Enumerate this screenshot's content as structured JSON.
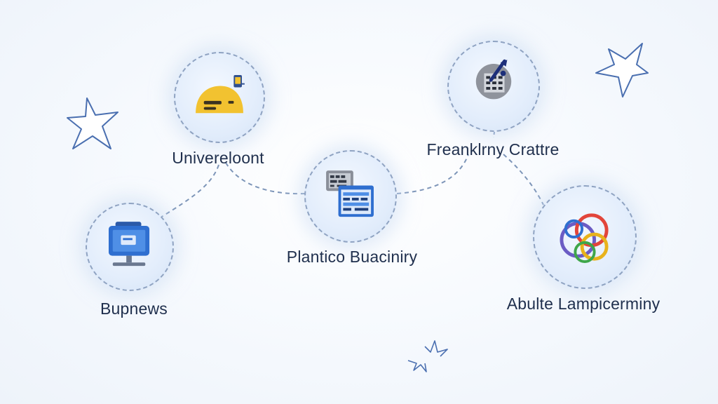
{
  "colors": {
    "connector": "#7d95b8",
    "node_border": "#8fa3c2",
    "label": "#1f2f4d",
    "star_stroke": "#4a6fb0"
  },
  "nodes": [
    {
      "id": "universe",
      "label": "Univereloont",
      "icon": "yellow-helmet-icon"
    },
    {
      "id": "business",
      "label": "Bupnews",
      "icon": "computer-monitor-icon"
    },
    {
      "id": "plantico",
      "label": "Plantico Buaciniry",
      "icon": "spreadsheet-documents-icon"
    },
    {
      "id": "franklin",
      "label": "Freanklrny Crattre",
      "icon": "pen-on-grid-icon"
    },
    {
      "id": "abulte",
      "label": "Abulte Lampicerminy",
      "icon": "interlocking-rings-icon"
    }
  ]
}
